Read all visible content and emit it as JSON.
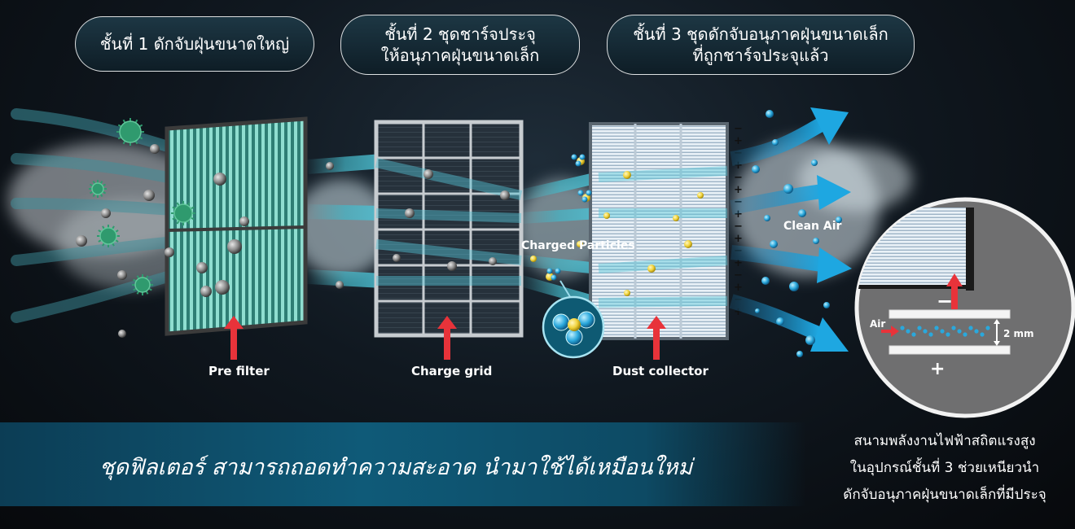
{
  "stages": [
    {
      "lines": [
        "ชั้นที่ 1 ดักจับฝุ่นขนาดใหญ่"
      ]
    },
    {
      "lines": [
        "ชั้นที่ 2 ชุดชาร์จประจุ",
        "ให้อนุภาคฝุ่นขนาดเล็ก"
      ]
    },
    {
      "lines": [
        "ชั้นที่ 3 ชุดดักจับอนุภาคฝุ่นขนาดเล็ก",
        "ที่ถูกชาร์จประจุแล้ว"
      ]
    }
  ],
  "components": {
    "pre_filter": "Pre filter",
    "charge_grid": "Charge grid",
    "dust_collector": "Dust collector"
  },
  "annotations": {
    "charged_particles": "Charged Particles",
    "clean_air": "Clean Air",
    "air": "Air",
    "gap": "2 mm",
    "minus": "−",
    "plus": "+"
  },
  "banner_text": "ชุดฟิลเตอร์ สามารถถอดทำความสะอาด นำมาใช้ได้เหมือนใหม่",
  "caption_lines": [
    "สนามพลังงานไฟฟ้าสถิตแรงสูง",
    "ในอุปกรณ์ชั้นที่ 3 ช่วยเหนียวนำ",
    "ดักจับอนุภาคฝุ่นขนาดเล็กที่มีประจุ"
  ],
  "colors": {
    "accent_blue": "#1ea7e1",
    "arrow_red": "#e8333a",
    "prefilter_green": "#7fd0c0",
    "virus_green": "#2f9a6e",
    "particle_yellow": "#f0d23a"
  }
}
